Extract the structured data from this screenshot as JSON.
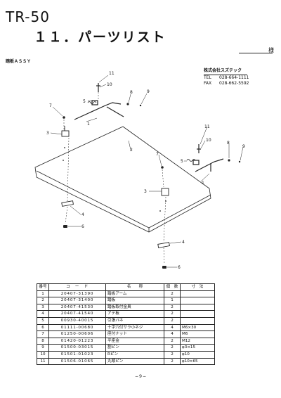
{
  "header": {
    "model": "TR-50",
    "title": "１１．パーツリスト",
    "sama": "様",
    "assy": "踏板ＡＳＳＹ"
  },
  "company": {
    "name": "株式会社スズテック",
    "tel_label": "TEL",
    "tel": "028-664-1111",
    "fax_label": "FAX",
    "fax": "028-662-5592"
  },
  "callouts": [
    "11",
    "10",
    "5",
    "8",
    "9",
    "7",
    "3",
    "1",
    "2",
    "4",
    "6",
    "11",
    "10",
    "8",
    "9",
    "5",
    "7",
    "1",
    "3",
    "4",
    "6"
  ],
  "table": {
    "headers": [
      "番号",
      "コ　ー　ド",
      "名　　称",
      "個　数",
      "寸　法"
    ],
    "rows": [
      {
        "no": "1",
        "code": "20407-31390",
        "name": "踏板アーム",
        "qty": "2",
        "dim": ""
      },
      {
        "no": "2",
        "code": "20407-31400",
        "name": "踏板",
        "qty": "1",
        "dim": ""
      },
      {
        "no": "3",
        "code": "20407-41530",
        "name": "踏板取付金具",
        "qty": "2",
        "dim": ""
      },
      {
        "no": "4",
        "code": "20407-41540",
        "name": "アテ板",
        "qty": "2",
        "dim": ""
      },
      {
        "no": "5",
        "code": "00930-40015",
        "name": "引張バネ",
        "qty": "2",
        "dim": ""
      },
      {
        "no": "6",
        "code": "01111-00680",
        "name": "十字穴付サラ小ネジ",
        "qty": "4",
        "dim": "M6×30"
      },
      {
        "no": "7",
        "code": "01250-00606",
        "name": "座付ナット",
        "qty": "4",
        "dim": "M6"
      },
      {
        "no": "8",
        "code": "01420-01223",
        "name": "平座金",
        "qty": "2",
        "dim": "M12"
      },
      {
        "no": "9",
        "code": "01500-03015",
        "name": "割ピン",
        "qty": "2",
        "dim": "φ3×15"
      },
      {
        "no": "10",
        "code": "01501-01023",
        "name": "Rピン",
        "qty": "2",
        "dim": "φ10"
      },
      {
        "no": "11",
        "code": "01506-01065",
        "name": "丸頭ピン",
        "qty": "2",
        "dim": "φ10×65"
      }
    ]
  },
  "page_number": "−９−"
}
